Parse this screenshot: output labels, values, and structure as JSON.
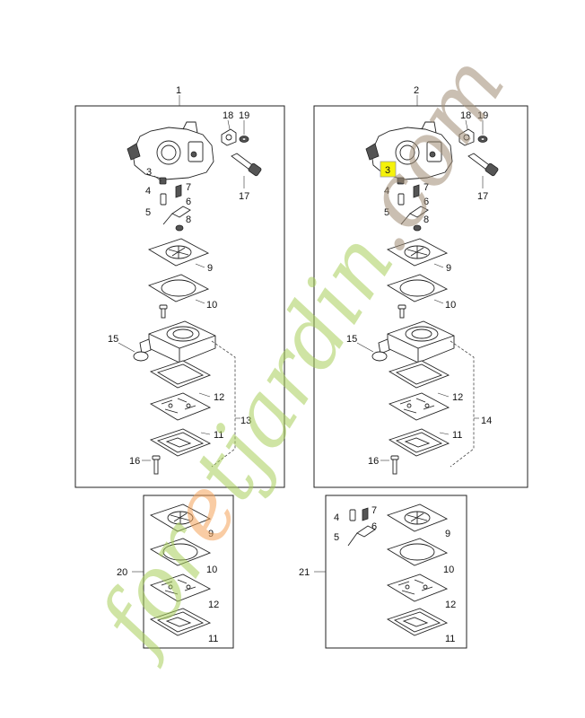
{
  "assemblies": {
    "left_title": "1",
    "right_title": "2"
  },
  "left": {
    "p3": "3",
    "p4": "4",
    "p5": "5",
    "p6": "6",
    "p7": "7",
    "p8": "8",
    "p9": "9",
    "p10": "10",
    "p11": "11",
    "p12": "12",
    "p13": "13",
    "p15": "15",
    "p16": "16",
    "p17": "17",
    "p18": "18",
    "p19": "19"
  },
  "right": {
    "p3": "3",
    "p4": "4",
    "p5": "5",
    "p6": "6",
    "p7": "7",
    "p8": "8",
    "p9": "9",
    "p10": "10",
    "p11": "11",
    "p12": "12",
    "p14": "14",
    "p15": "15",
    "p16": "16",
    "p17": "17",
    "p18": "18",
    "p19": "19"
  },
  "kit20": {
    "id": "20",
    "p9": "9",
    "p10": "10",
    "p11": "11",
    "p12": "12"
  },
  "kit21": {
    "id": "21",
    "p4": "4",
    "p5": "5",
    "p6": "6",
    "p7": "7",
    "p9": "9",
    "p10": "10",
    "p11": "11",
    "p12": "12"
  },
  "highlight": {
    "label": "3",
    "color": "#f5f20a"
  },
  "watermark": {
    "text": "foretjardin.com",
    "colors": [
      "#a8cf5a",
      "#f5a45a",
      "#a08c74"
    ]
  }
}
